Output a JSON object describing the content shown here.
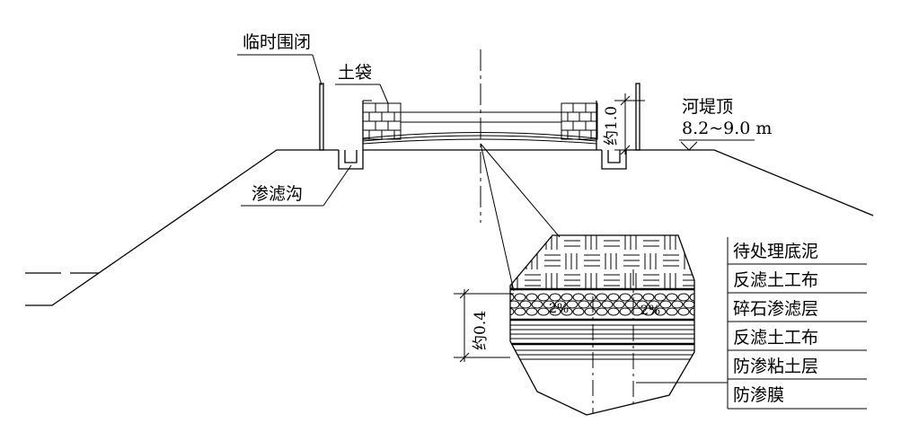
{
  "labels": {
    "temporary_fence": "临时围闭",
    "soil_bags": "土袋",
    "seepage_ditch": "渗滤沟",
    "levee_top": "河堤顶",
    "levee_top_elevation": "8.2~9.0 m",
    "height_dim": "约1.0",
    "thickness_dim": "约0.4",
    "slope_left": "2%",
    "slope_right": "2%"
  },
  "layers": [
    "待处理底泥",
    "反滤土工布",
    "碎石渗滤层",
    "反滤土工布",
    "防渗粘土层",
    "防渗膜"
  ]
}
